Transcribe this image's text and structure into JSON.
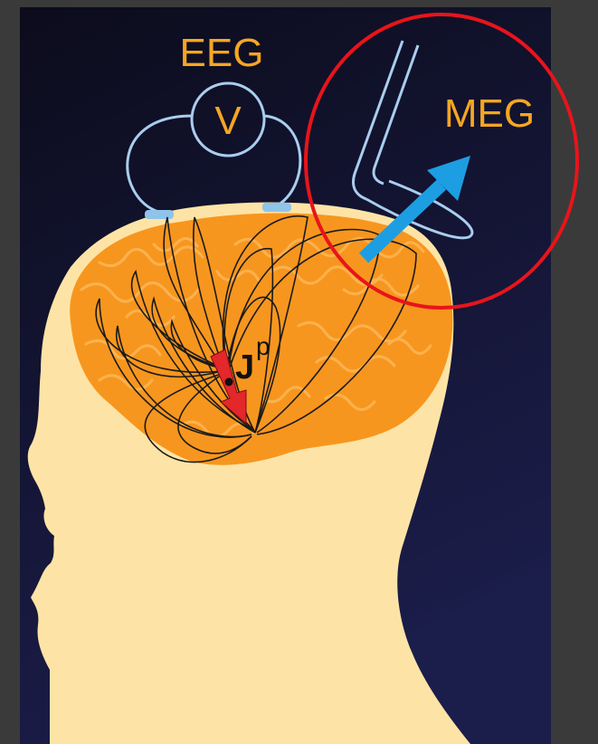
{
  "labels": {
    "eeg": "EEG",
    "voltmeter": "V",
    "meg": "MEG",
    "current_symbol": "J",
    "current_superscript": "p"
  },
  "colors": {
    "page_background": "#3a3a3a",
    "panel_background_top": "#0c0c1c",
    "panel_background_bottom": "#1b1d4a",
    "label_orange": "#f6a623",
    "wire_blue": "#a9cdee",
    "electrode_blue": "#8fc3ea",
    "skin": "#fde4a6",
    "brain_orange": "#f7961e",
    "brain_sulci": "#fbb24f",
    "field_line": "#1a1a1a",
    "dipole_red": "#e3272b",
    "flux_arrow_blue": "#1d9ee2",
    "highlight_circle_red": "#e8141b"
  },
  "icons": {
    "voltmeter": "voltmeter-circle-icon",
    "dipole": "current-dipole-arrow-icon",
    "flux": "magnetic-flux-arrow-icon",
    "sensor": "meg-pickup-coil-icon"
  }
}
